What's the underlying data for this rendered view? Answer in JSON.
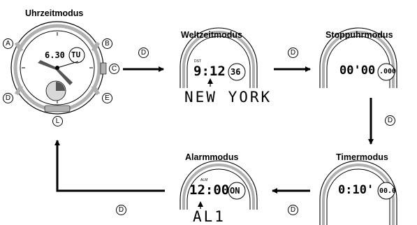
{
  "modes": {
    "uhrzeit": {
      "title": "Uhrzeitmodus",
      "hour": "6.30",
      "day": "TU"
    },
    "weltzeit": {
      "title": "Weltzeitmodus",
      "dst": "DST",
      "time": "9:12",
      "sub": "36",
      "city": "NEW YORK"
    },
    "stoppuhr": {
      "title": "Stoppuhrmodus",
      "time": "00'00",
      "sub": ".000"
    },
    "timer": {
      "title": "Timermodus",
      "time": "0:10'",
      "sub": "00.0"
    },
    "alarm": {
      "title": "Alarmmodus",
      "alm": "ALM",
      "time": "12:00",
      "sub": "ON",
      "label": "AL1"
    }
  },
  "buttons": {
    "a": "A",
    "b": "B",
    "c": "C",
    "d": "D",
    "e": "E",
    "l": "L"
  },
  "arrow_labels": {
    "d": "D"
  },
  "colors": {
    "ink": "#000000",
    "bezel_gray": "#b0b0b0",
    "face_gray": "#d8d8d8"
  }
}
